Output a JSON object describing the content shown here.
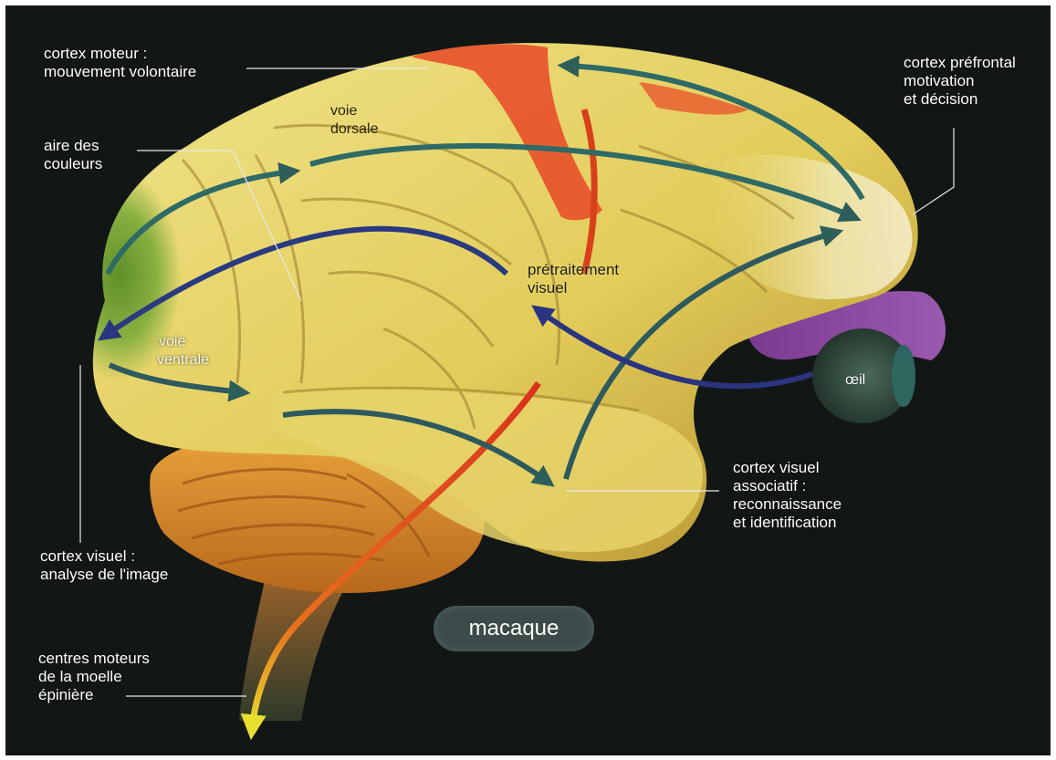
{
  "colors": {
    "background": "#101514",
    "frame": "#ffffff",
    "brain_cortex": "#e8d870",
    "visual_cortex": "#7aa03a",
    "motor_cortex": "#e8502a",
    "cerebellum": "#e0962e",
    "arrow_dorsal": "#2e6a66",
    "arrow_ventral": "#2a3a80",
    "arrow_motor": "#e04020",
    "eye": "#2d4a3a",
    "optic_nerve": "#6a3a8a"
  },
  "labels": {
    "motor_cortex": [
      "cortex moteur :",
      "mouvement volontaire"
    ],
    "color_area": [
      "aire des",
      "couleurs"
    ],
    "dorsal_path": [
      "voie",
      "dorsale"
    ],
    "prefrontal": [
      "cortex préfrontal",
      "motivation",
      "et décision"
    ],
    "preprocessing": [
      "prétraitement",
      "visuel"
    ],
    "ventral_path": [
      "voie",
      "ventrale"
    ],
    "eye": "œil",
    "associative": [
      "cortex visuel",
      "associatif :",
      "reconnaissance",
      "et identification"
    ],
    "visual_cortex": [
      "cortex visuel :",
      "analyse de l'image"
    ],
    "spinal_motor": [
      "centres moteurs",
      "de la moelle",
      "épinière"
    ],
    "species": "macaque"
  }
}
